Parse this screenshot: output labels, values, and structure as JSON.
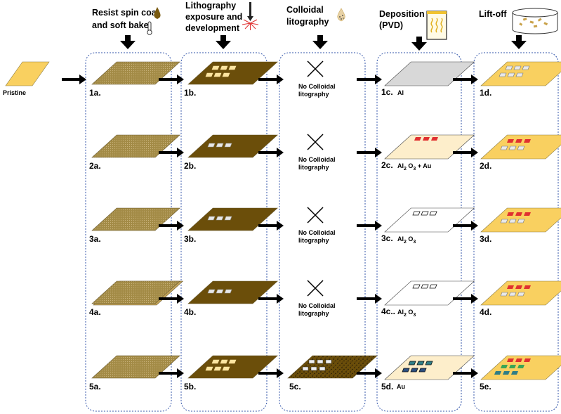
{
  "headers": {
    "spin": [
      "Resist spin coat",
      "and soft bake"
    ],
    "litho": [
      "Lithography",
      "exposure and",
      "development"
    ],
    "colloid": [
      "Colloidal",
      "litography"
    ],
    "deposition": [
      "Deposition",
      "(PVD)"
    ],
    "liftoff": [
      "Lift-off"
    ]
  },
  "pristine_label": "Pristine",
  "no_colloid_text": [
    "No Colloidal",
    "litography"
  ],
  "rows": [
    {
      "a": "1a.",
      "b": "1b.",
      "c": "1c.",
      "d": "1d.",
      "material": "Al"
    },
    {
      "a": "2a.",
      "b": "2b.",
      "c": "2c.",
      "d": "2d.",
      "material": "Al2 O3 + Au"
    },
    {
      "a": "3a.",
      "b": "3b.",
      "c": "3c.",
      "d": "3d.",
      "material": "Al2 O3"
    },
    {
      "a": "4a.",
      "b": "4b.",
      "c": "4c..",
      "d": "4d.",
      "material": "Al2 O3"
    },
    {
      "a": "5a.",
      "b": "5b.",
      "c": "5c.",
      "d": "5d.",
      "e": "5e.",
      "material": "Au"
    }
  ],
  "colors": {
    "pristine": "#f9d060",
    "resist": "#a38b46",
    "developed": "#6b4e0a",
    "al_film": "#d8d8d8",
    "cream": "#fdeecb",
    "red_feature": "#e03030",
    "teal_feature": "#2e7d86",
    "green_feature": "#3aa655",
    "frame": "#3355aa"
  }
}
